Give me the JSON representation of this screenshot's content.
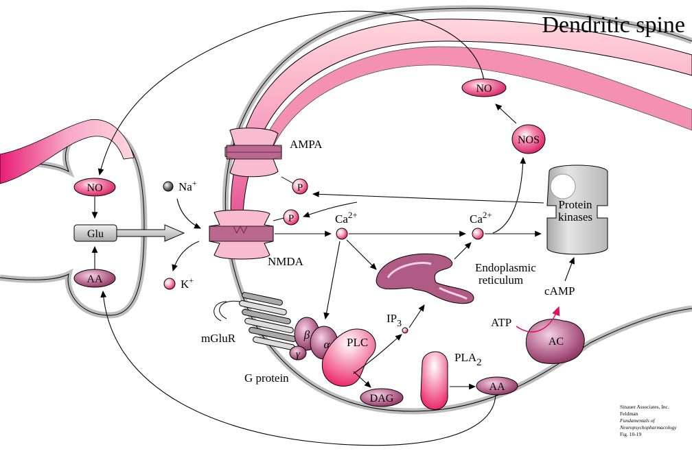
{
  "title": "Dendritic spine",
  "colors": {
    "membrane": "#bdbdbd",
    "pink_dark": "#c2185b",
    "pink_mid": "#f06292",
    "pink_light": "#f8bbd0",
    "mauve": "#b05a86",
    "gray": "#d0d0d0",
    "red_arrow": "#e0115f"
  },
  "presynaptic": {
    "no": "NO",
    "glu": "Glu",
    "aa": "AA"
  },
  "ions": {
    "na": "Na",
    "na_sup": "+",
    "k": "K",
    "k_sup": "+"
  },
  "receptors": {
    "ampa": "AMPA",
    "nmda": "NMDA",
    "mglur": "mGluR",
    "phospho_1": "P",
    "phospho_2": "P"
  },
  "g_protein": {
    "label": "G protein",
    "beta": "β",
    "alpha": "α",
    "gamma": "γ"
  },
  "enzymes": {
    "plc": "PLC",
    "pla": "PLA",
    "pla_sub": "2",
    "dag": "DAG",
    "aa": "AA",
    "ac": "AC",
    "atp": "ATP",
    "camp": "cAMP",
    "nos": "NOS",
    "no": "NO"
  },
  "messengers": {
    "ca_1": "Ca",
    "ca_1_sup": "2+",
    "ca_2": "Ca",
    "ca_2_sup": "2+",
    "ip": "IP",
    "ip_sub": "3"
  },
  "organelles": {
    "er_line1": "Endoplasmic",
    "er_line2": "reticulum",
    "pk_line1": "Protein",
    "pk_line2": "kinases"
  },
  "credit": {
    "line1": "Sinauer Associates, Inc.",
    "line2": "Feldman",
    "line3": "Fundamentals of",
    "line4": "Neuropsychopharmacology",
    "line5": "Fig. 10-19"
  }
}
